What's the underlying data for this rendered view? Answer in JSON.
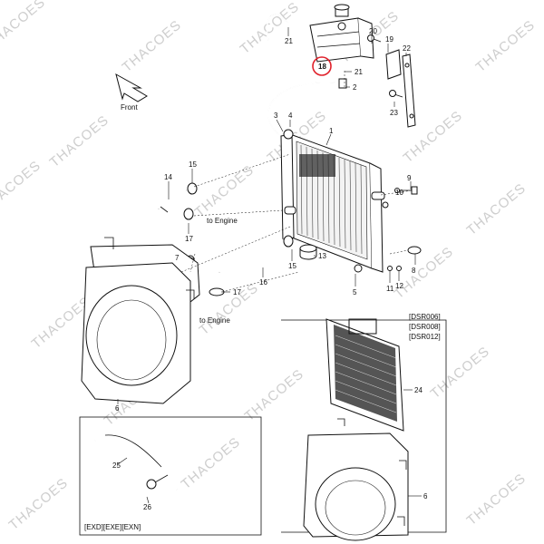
{
  "highlight_color": "#e0212b",
  "watermark": "THACOES",
  "direction_label": "Front",
  "to_engine_label": "to Engine",
  "model_group_top": [
    "[DSR006]",
    "[DSR008]",
    "[DSR012]"
  ],
  "model_group_bottom": "[EXD][EXE][EXN]",
  "callouts": {
    "c1": "1",
    "c2": "2",
    "c3": "3",
    "c4": "4",
    "c5": "5",
    "c6a": "6",
    "c6b": "6",
    "c7": "7",
    "c8": "8",
    "c9": "9",
    "c10": "10",
    "c11": "11",
    "c12": "12",
    "c13": "13",
    "c14": "14",
    "c15a": "15",
    "c15b": "15",
    "c16": "16",
    "c17a": "17",
    "c17b": "17",
    "c18": "18",
    "c19": "19",
    "c20": "20",
    "c21a": "21",
    "c21b": "21",
    "c22": "22",
    "c23": "23",
    "c24": "24",
    "c25": "25",
    "c26": "26"
  },
  "highlighted_part": "18",
  "icons": {
    "direction_arrow": "arrow-front-icon"
  }
}
